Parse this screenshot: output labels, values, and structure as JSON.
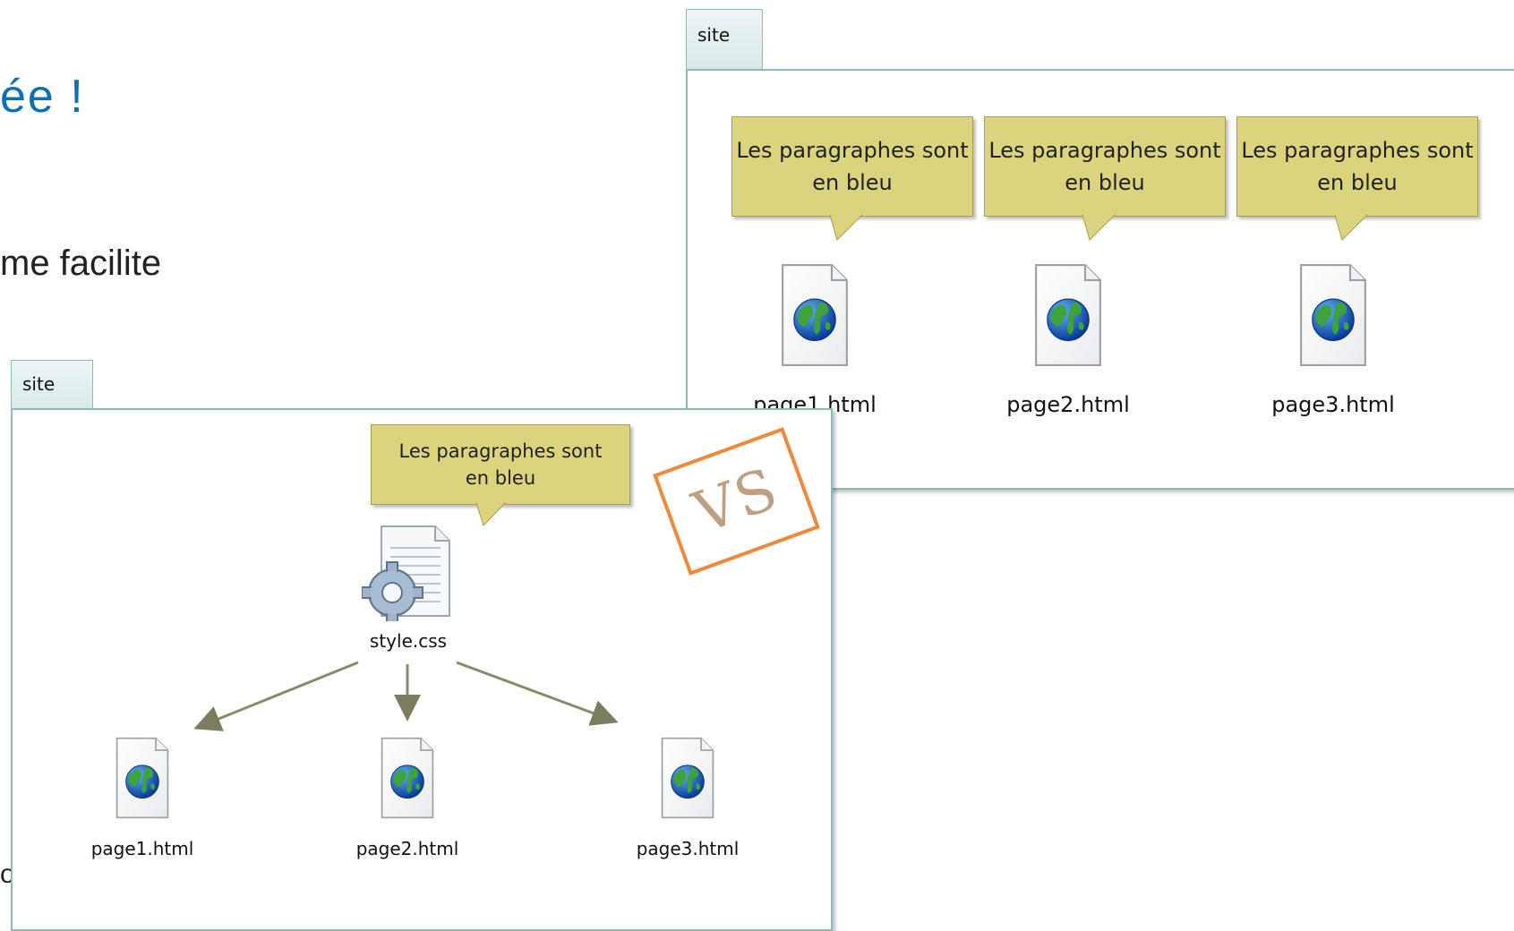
{
  "slide": {
    "title_fragment": "ée !",
    "text_fragment": "me facilite",
    "bottom_fragment": "o"
  },
  "diagram_right": {
    "package_label": "site",
    "callouts": [
      {
        "line1": "Les paragraphes sont",
        "line2": "en bleu"
      },
      {
        "line1": "Les paragraphes sont",
        "line2": "en bleu"
      },
      {
        "line1": "Les paragraphes sont",
        "line2": "en bleu"
      }
    ],
    "files": [
      "page1.html",
      "page2.html",
      "page3.html"
    ]
  },
  "diagram_left": {
    "package_label": "site",
    "callout": {
      "line1": "Les paragraphes sont",
      "line2": "en bleu"
    },
    "stylesheet": "style.css",
    "files": [
      "page1.html",
      "page2.html",
      "page3.html"
    ]
  },
  "vs_label": "VS",
  "colors": {
    "title_blue": "#0e6fb3",
    "callout_fill": "#dcd37e",
    "frame_border": "#8fb8b8",
    "vs_orange": "#f0883a",
    "arrow": "#7c7c5e"
  },
  "icons": [
    "globe-html-file-icon",
    "css-gear-file-icon"
  ]
}
